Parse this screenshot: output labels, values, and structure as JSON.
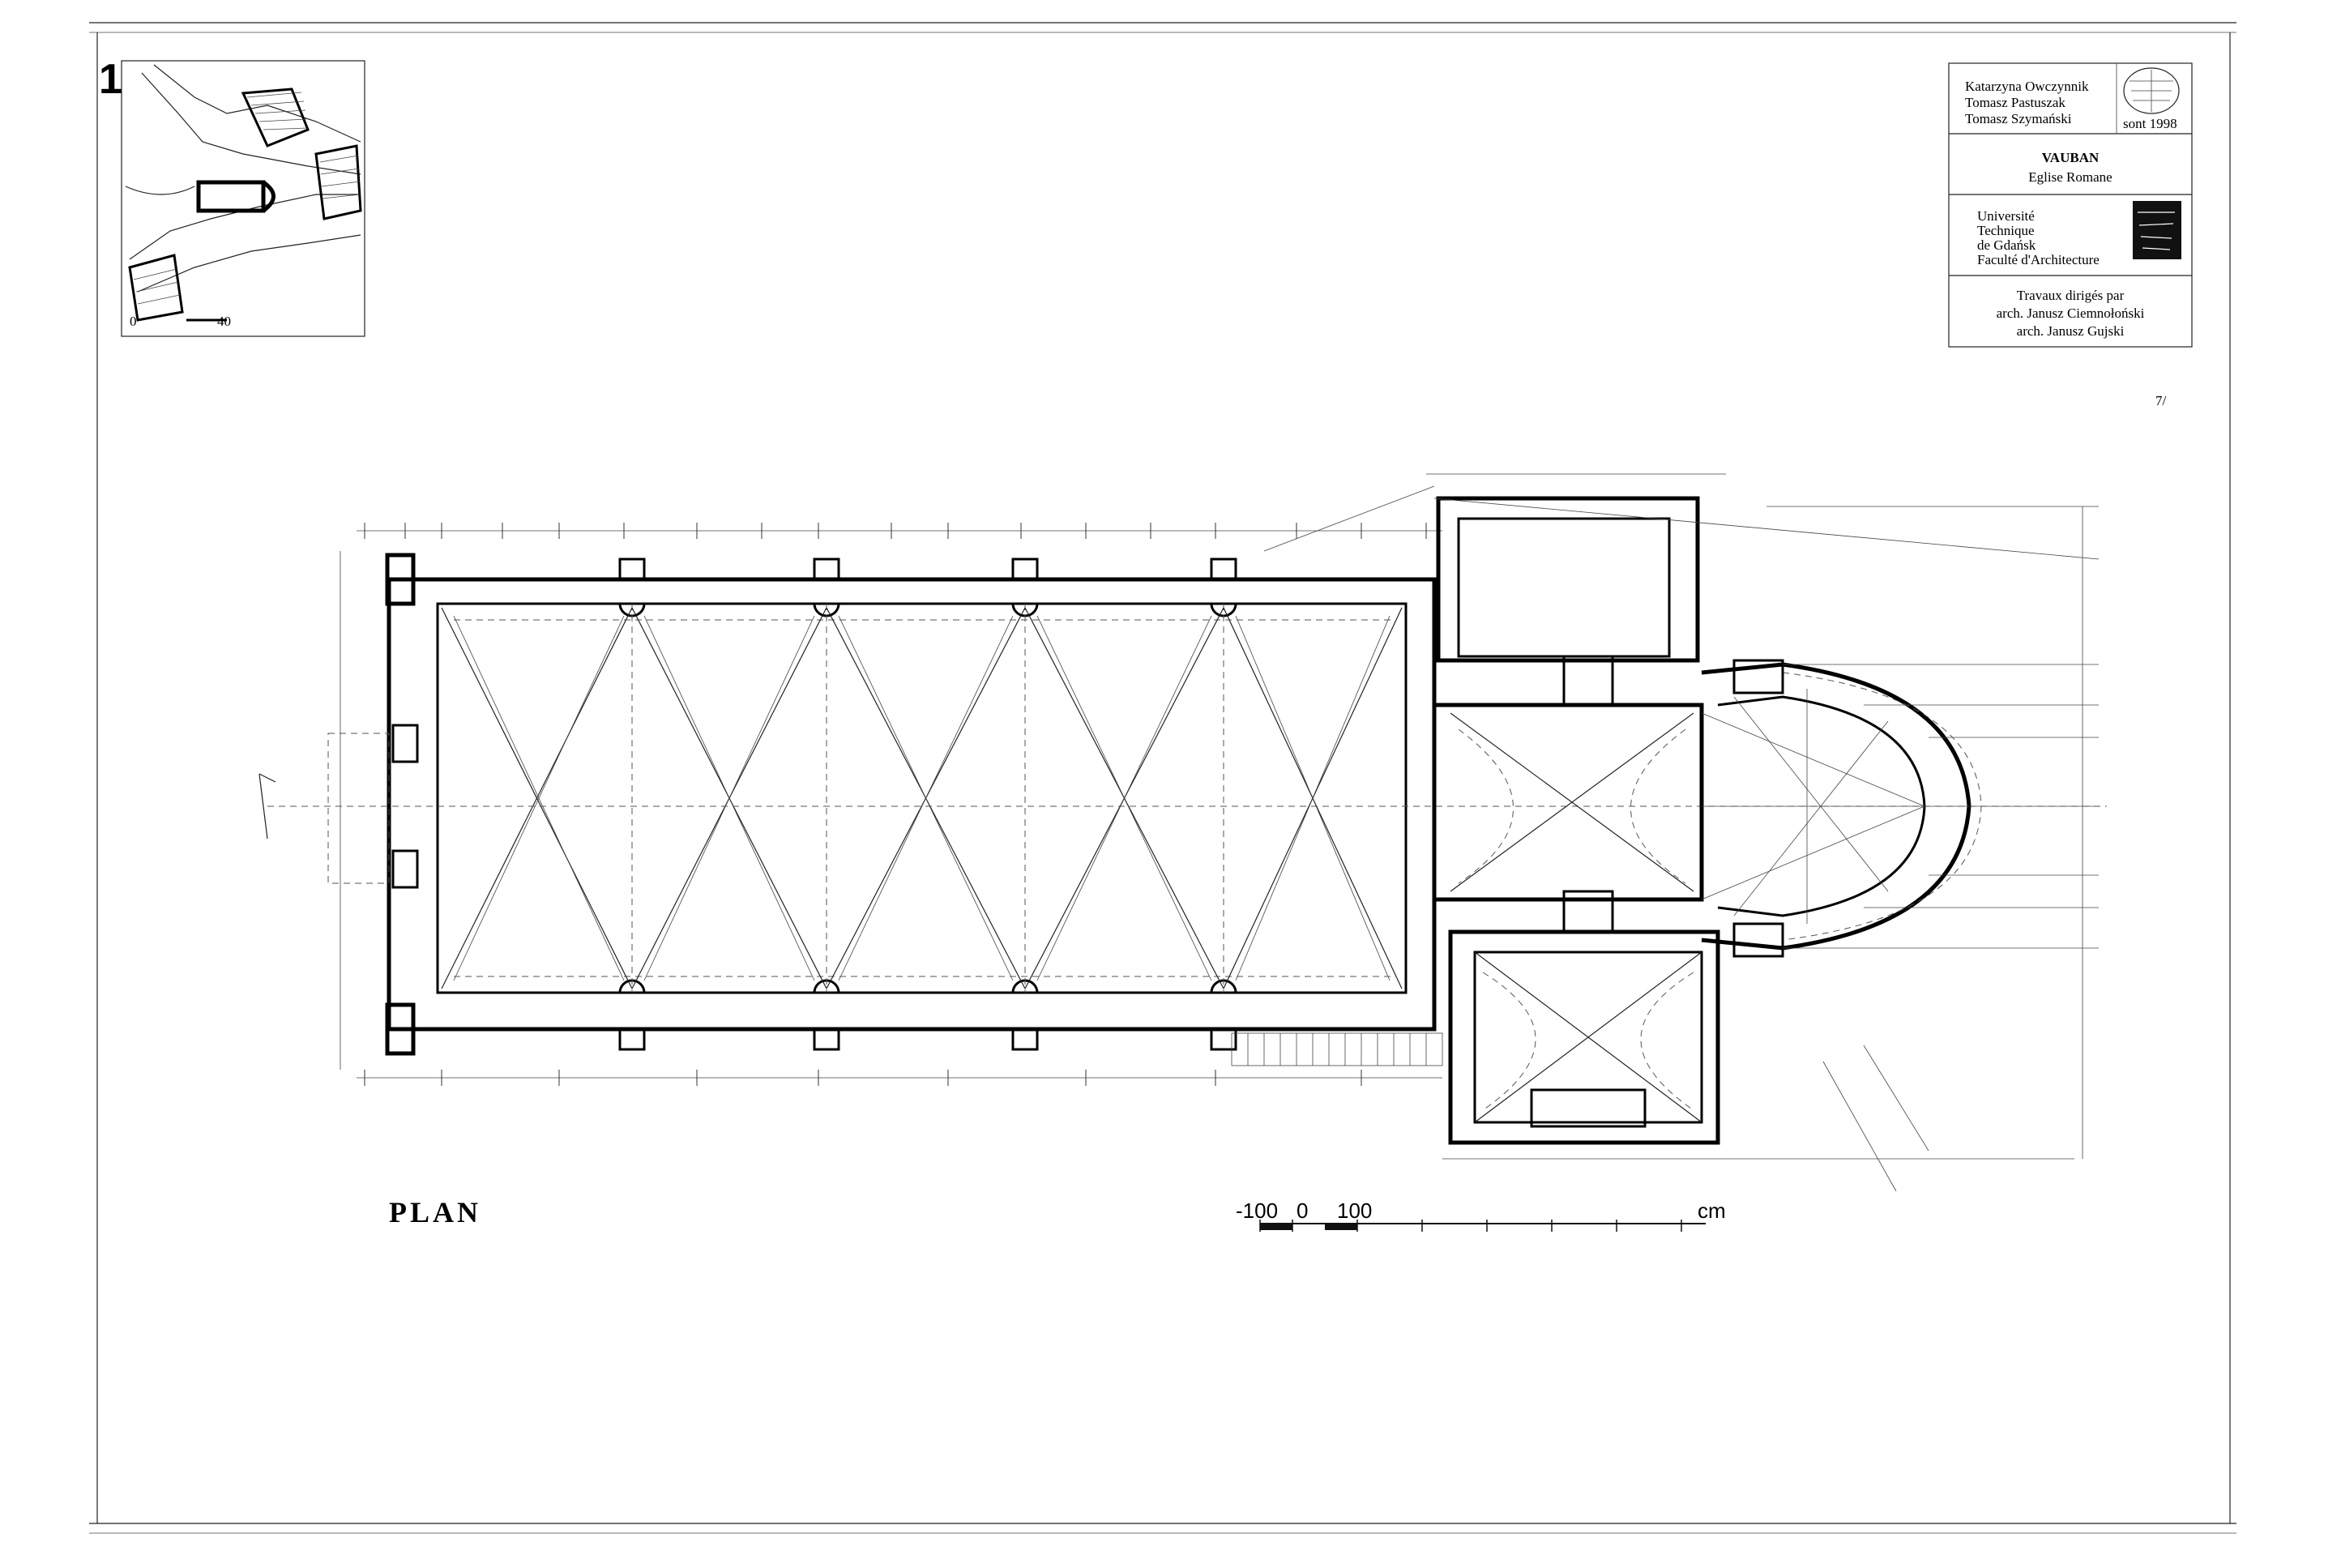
{
  "sheet": {
    "number": "1"
  },
  "title_block": {
    "authors": [
      "Katarzyna Owczynnik",
      "Tomasz Pastuszak",
      "Tomasz Szymański"
    ],
    "stamp_year": "sont 1998",
    "project": "VAUBAN",
    "subject": "Eglise Romane",
    "institution": [
      "Université",
      "Technique",
      "de Gdańsk",
      "Faculté d'Architecture"
    ],
    "supervision_label": "Travaux dirigés par",
    "supervisors": [
      "arch. Janusz Ciemnołoński",
      "arch. Janusz Gujski"
    ]
  },
  "locator": {
    "scale_start": "0",
    "scale_end": "40"
  },
  "drawing": {
    "title": "PLAN"
  },
  "scale_bar": {
    "start": "-100",
    "zero": "0",
    "mark": "100",
    "unit": "cm"
  },
  "stray_marks": {
    "corner_note": "7/"
  }
}
